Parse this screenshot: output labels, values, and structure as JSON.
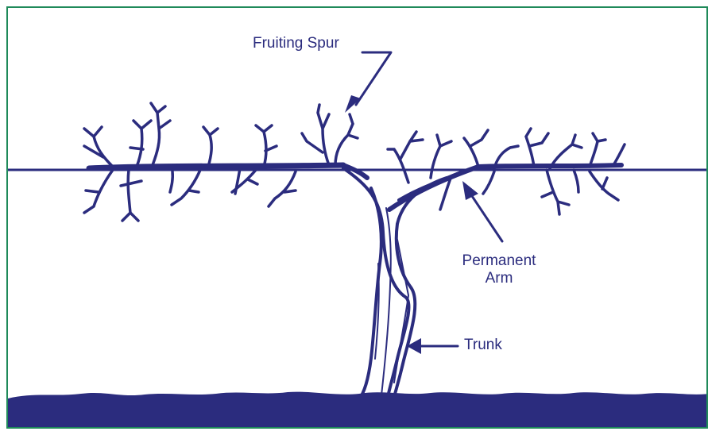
{
  "diagram": {
    "labels": {
      "fruiting_spur": "Fruiting Spur",
      "permanent_arm_line1": "Permanent",
      "permanent_arm_line2": "Arm",
      "trunk": "Trunk"
    },
    "colors": {
      "ink": "#2b2c7e",
      "border": "#1f8a5a",
      "background": "#ffffff"
    }
  }
}
